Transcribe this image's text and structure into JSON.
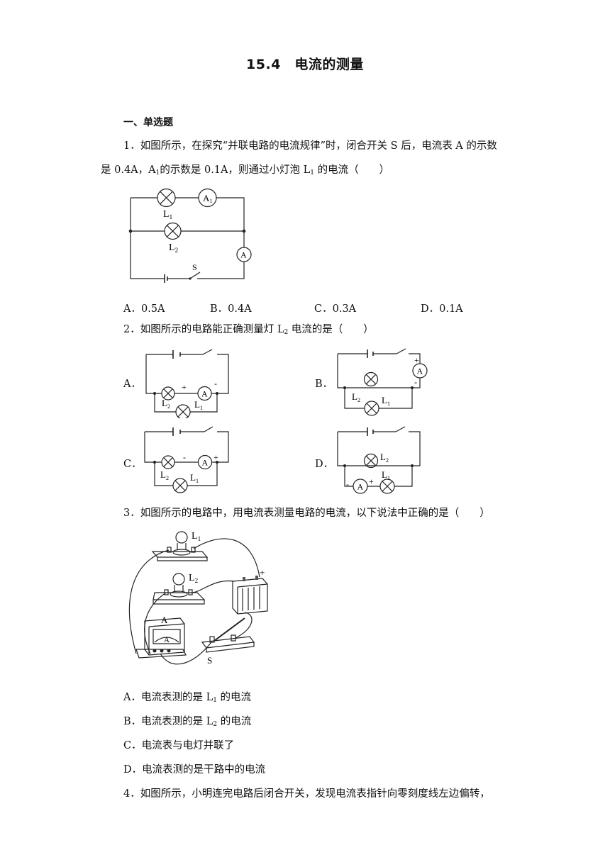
{
  "title": "15.4　电流的测量",
  "section": "一、单选题",
  "q1": {
    "line1": "1．如图所示，在探究“并联电路的电流规律”时，闭合开关 S 后，电流表 A 的示数",
    "line2_pre": "是 0.4A，A",
    "line2_sub1": "1",
    "line2_mid": "的示数是 0.1A，则通过小灯泡 L",
    "line2_sub2": "1",
    "line2_post": " 的电流（　　）",
    "diagram": {
      "lamp1": "L",
      "lamp1_sub": "1",
      "lamp2": "L",
      "lamp2_sub": "2",
      "meter_a1": "A",
      "meter_a1_sub": "1",
      "meter_a": "A",
      "switch": "S"
    },
    "options": [
      "A．0.5A",
      "B．0.4A",
      "C．0.3A",
      "D．0.1A"
    ]
  },
  "q2": {
    "stem_pre": "2．如图所示的电路能正确测量灯 L",
    "stem_sub": "2",
    "stem_post": " 电流的是（　　）",
    "labels": [
      "A．",
      "B．",
      "C．",
      "D．"
    ],
    "lamp": "L",
    "meter": "A",
    "plus": "+",
    "minus": "-"
  },
  "q3": {
    "stem": "3．如图所示的电路中，用电流表测量电路的电流，以下说法中正确的是（　　）",
    "diagram": {
      "lamp1": "L",
      "lamp1_sub": "1",
      "lamp2": "L",
      "lamp2_sub": "2",
      "meter": "A",
      "switch": "S",
      "plus": "+",
      "minus": "−"
    },
    "options": [
      {
        "pre": "A．电流表测的是 L",
        "sub": "1",
        "post": " 的电流"
      },
      {
        "pre": "B．电流表测的是 L",
        "sub": "2",
        "post": " 的电流"
      },
      {
        "pre": "C．电流表与电灯并联了",
        "sub": "",
        "post": ""
      },
      {
        "pre": "D．电流表测的是干路中的电流",
        "sub": "",
        "post": ""
      }
    ]
  },
  "q4": {
    "stem": "4．如图所示，小明连完电路后闭合开关，发现电流表指针向零刻度线左边偏转，"
  }
}
